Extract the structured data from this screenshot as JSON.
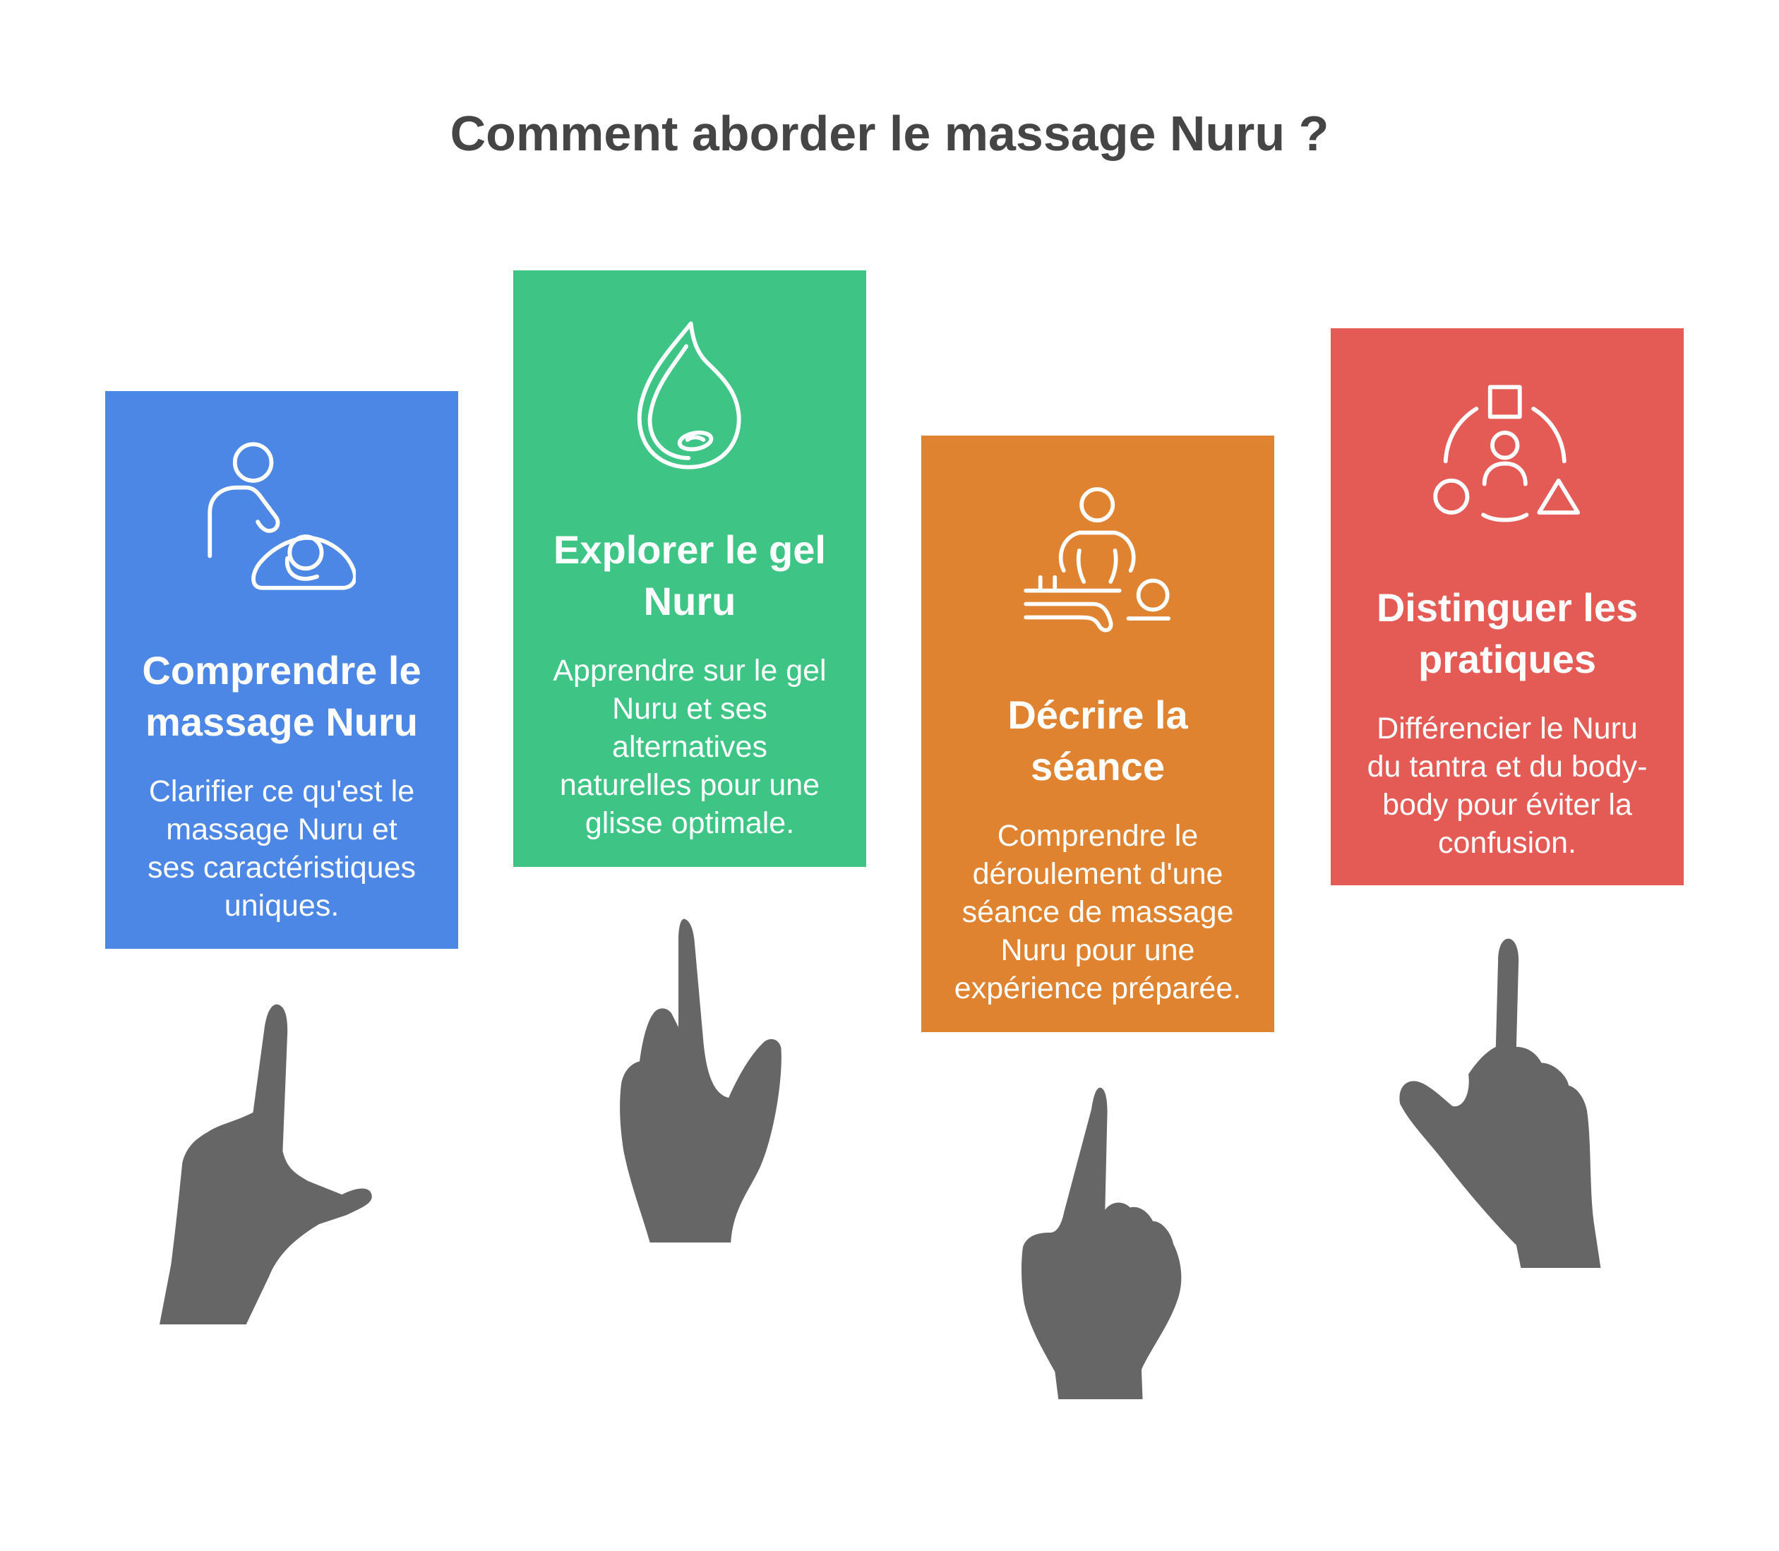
{
  "title": "Comment aborder le massage Nuru ?",
  "colors": {
    "title": "#454545",
    "hand": "#666666",
    "icon_stroke": "#ffffff",
    "text": "#ffffff"
  },
  "cards": [
    {
      "icon": "massage-icon",
      "color": "#4D87E5",
      "title_lines": [
        "Comprendre le",
        "massage Nuru"
      ],
      "description_lines": [
        "Clarifier ce qu'est le",
        "massage Nuru et",
        "ses caractéristiques",
        "uniques."
      ],
      "hand_icon": "pointing-hand-icon"
    },
    {
      "icon": "oil-drop-icon",
      "color": "#3EC586",
      "title_lines": [
        "Explorer le gel",
        "Nuru"
      ],
      "description_lines": [
        "Apprendre sur le gel",
        "Nuru et ses",
        "alternatives",
        "naturelles pour une",
        "glisse optimale."
      ],
      "hand_icon": "pointing-hand-icon"
    },
    {
      "icon": "massage-table-icon",
      "color": "#DF8331",
      "title_lines": [
        "Décrire la",
        "séance"
      ],
      "description_lines": [
        "Comprendre le",
        "déroulement d'une",
        "séance de massage",
        "Nuru pour une",
        "expérience préparée."
      ],
      "hand_icon": "pointing-hand-icon"
    },
    {
      "icon": "practices-comparison-icon",
      "color": "#E45A55",
      "title_lines": [
        "Distinguer les",
        "pratiques"
      ],
      "description_lines": [
        "Différencier le Nuru",
        "du tantra et du body-",
        "body pour éviter la",
        "confusion."
      ],
      "hand_icon": "pointing-hand-icon"
    }
  ]
}
